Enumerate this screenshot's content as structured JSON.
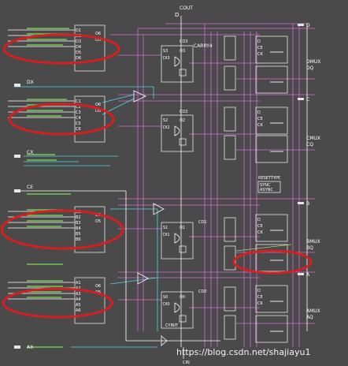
{
  "top": {
    "cout": "COUT",
    "d": "D",
    "carry": "CARRY4"
  },
  "left_ports": {
    "dx": "DX",
    "cx": "CX",
    "ce": "CE",
    "ax": "AX"
  },
  "right_ports": {
    "d": "D",
    "dmux": "DMUX",
    "dq": "DQ",
    "c": "C",
    "cmux": "CMUX",
    "cq": "CQ",
    "b": "B",
    "bmux": "BMUX",
    "bq": "BQ",
    "a": "A",
    "amux": "AMUX",
    "aq": "AQ"
  },
  "luts": [
    {
      "name": "D",
      "pins": [
        "D1",
        "D2",
        "D3",
        "D4",
        "D5",
        "D6"
      ]
    },
    {
      "name": "C",
      "pins": [
        "C1",
        "C2",
        "C3",
        "C4",
        "C5",
        "C6"
      ]
    },
    {
      "name": "B",
      "pins": [
        "B1",
        "B2",
        "B3",
        "B4",
        "B5",
        "B6"
      ]
    },
    {
      "name": "A",
      "pins": [
        "A1",
        "A2",
        "A3",
        "A4",
        "A5",
        "A6"
      ]
    }
  ],
  "lut_out": {
    "o6": "O6",
    "o5": "O5"
  },
  "carry_rows": [
    {
      "s": "S3",
      "di": "DI3",
      "o": "O3",
      "co": "CO3"
    },
    {
      "s": "S2",
      "di": "DI2",
      "o": "O2",
      "co": "CO2"
    },
    {
      "s": "S1",
      "di": "DI1",
      "o": "O1",
      "co": "CO1"
    },
    {
      "s": "S0",
      "di": "DI0",
      "o": "O0",
      "co": "CO0"
    }
  ],
  "ff_pins": {
    "d": "D",
    "ce": "CE",
    "ck": "CK"
  },
  "reset": {
    "title": "RESETTYPE",
    "sync": "SYNC",
    "async": "ASYNC"
  },
  "bottom": {
    "cyinit": "CYINIT",
    "cin": "CIN"
  },
  "watermark": "https://blog.csdn.net/shajiayu1",
  "colors": {
    "background": "#4a4a4a",
    "net_magenta": "#d36bd8",
    "net_cyan": "#4fd6e6",
    "highlight": "#d61f1f",
    "label_green": "#7fe05a"
  }
}
